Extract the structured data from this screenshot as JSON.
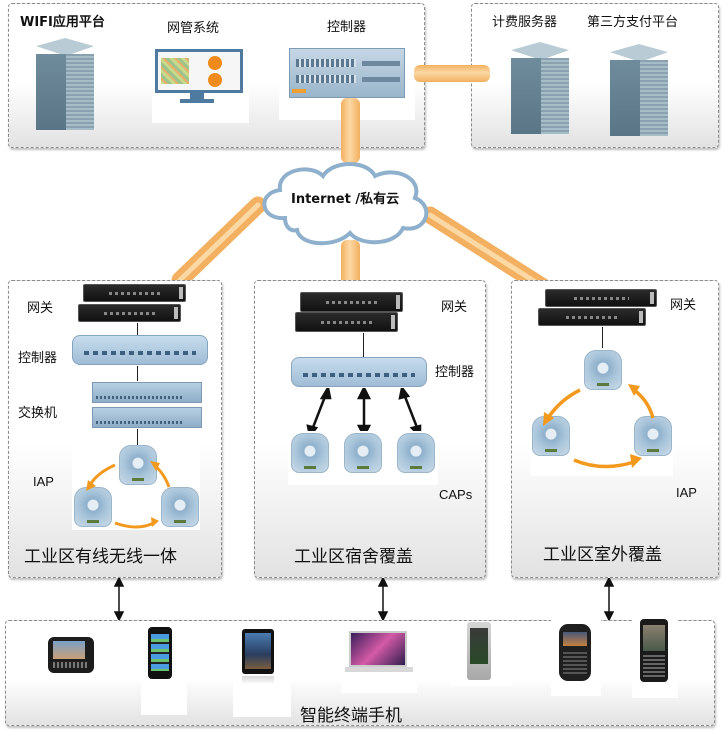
{
  "top_left_panel": {
    "items": [
      {
        "label": "WIFI应用平台",
        "icon": "server-tower-icon"
      },
      {
        "label": "网管系统",
        "icon": "monitor-dashboard-icon"
      },
      {
        "label": "控制器",
        "icon": "controller-chassis-icon"
      }
    ]
  },
  "top_right_panel": {
    "items": [
      {
        "label": "计费服务器",
        "icon": "server-tower-icon"
      },
      {
        "label": "第三方支付平台",
        "icon": "server-tower-icon"
      }
    ]
  },
  "cloud": {
    "label": "Internet /私有云",
    "icon": "cloud-icon"
  },
  "zones": [
    {
      "title": "工业区有线无线一体",
      "labels": {
        "gateway": "网关",
        "controller": "控制器",
        "switch": "交换机",
        "ap": "IAP"
      }
    },
    {
      "title": "工业区宿舍覆盖",
      "labels": {
        "gateway": "网关",
        "controller": "控制器",
        "ap": "CAPs"
      }
    },
    {
      "title": "工业区室外覆盖",
      "labels": {
        "gateway": "网关",
        "ap": "IAP"
      }
    }
  ],
  "terminals": {
    "title": "智能终端手机",
    "devices": [
      {
        "icon": "slider-phone-icon"
      },
      {
        "icon": "smartphone-icon"
      },
      {
        "icon": "tablet-icon"
      },
      {
        "icon": "laptop-icon"
      },
      {
        "icon": "smartphone-icon"
      },
      {
        "icon": "qwerty-phone-icon"
      },
      {
        "icon": "qwerty-phone-icon"
      }
    ]
  },
  "colors": {
    "pipe": "#f2b060",
    "panel_border": "#8a8a8a",
    "device_blue": "#9fbcd5"
  }
}
